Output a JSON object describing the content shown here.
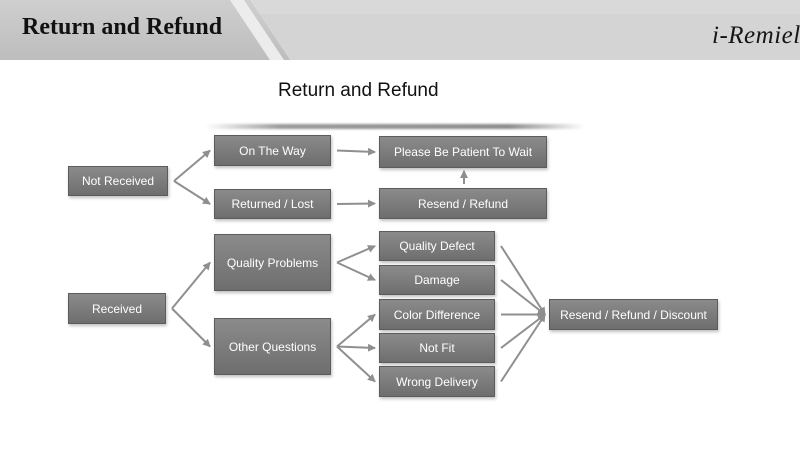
{
  "banner": {
    "title": "Return and Refund",
    "brand": "i-Remiel"
  },
  "heading": "Return and Refund",
  "nodes": {
    "not_received": "Not Received",
    "on_the_way": "On The Way",
    "returned_lost": "Returned / Lost",
    "patient_wait": "Please Be Patient To Wait",
    "resend_refund": "Resend / Refund",
    "received": "Received",
    "quality_problems": "Quality Problems",
    "other_questions": "Other Questions",
    "quality_defect": "Quality Defect",
    "damage": "Damage",
    "color_difference": "Color Difference",
    "not_fit": "Not Fit",
    "wrong_delivery": "Wrong Delivery",
    "resend_refund_discount": "Resend / Refund / Discount"
  },
  "edges": [
    [
      "not_received",
      "on_the_way"
    ],
    [
      "not_received",
      "returned_lost"
    ],
    [
      "on_the_way",
      "patient_wait"
    ],
    [
      "returned_lost",
      "resend_refund"
    ],
    [
      "resend_refund",
      "patient_wait"
    ],
    [
      "received",
      "quality_problems"
    ],
    [
      "received",
      "other_questions"
    ],
    [
      "quality_problems",
      "quality_defect"
    ],
    [
      "quality_problems",
      "damage"
    ],
    [
      "other_questions",
      "color_difference"
    ],
    [
      "other_questions",
      "not_fit"
    ],
    [
      "other_questions",
      "wrong_delivery"
    ],
    [
      "quality_defect",
      "resend_refund_discount"
    ],
    [
      "damage",
      "resend_refund_discount"
    ],
    [
      "color_difference",
      "resend_refund_discount"
    ],
    [
      "not_fit",
      "resend_refund_discount"
    ],
    [
      "wrong_delivery",
      "resend_refund_discount"
    ]
  ],
  "colors": {
    "node_fill": "#7c7c7c",
    "node_text": "#ffffff",
    "arrow": "#8f8f8f"
  }
}
